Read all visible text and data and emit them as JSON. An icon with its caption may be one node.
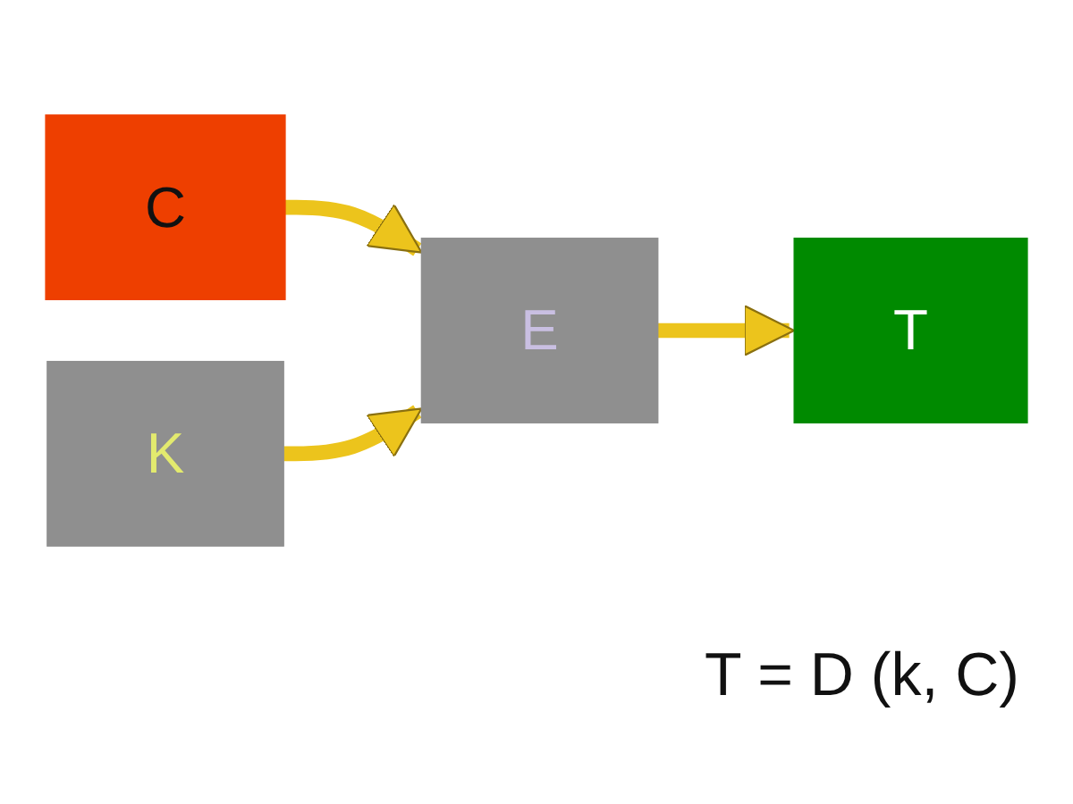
{
  "diagram": {
    "nodes": [
      {
        "text": [
          "C"
        ]
      },
      {
        "text": [
          "E"
        ]
      },
      {
        "text": [
          "T"
        ]
      },
      {
        "text": [
          "K"
        ]
      }
    ],
    "edges": [
      {
        "from": 0,
        "to": 1,
        "arrow": "to"
      },
      {
        "from": 1,
        "to": 2,
        "arrow": "to"
      },
      {
        "from": 3,
        "to": 1,
        "arrow": "to"
      }
    ],
    "labels": [
      "T = D (k, C)"
    ]
  }
}
